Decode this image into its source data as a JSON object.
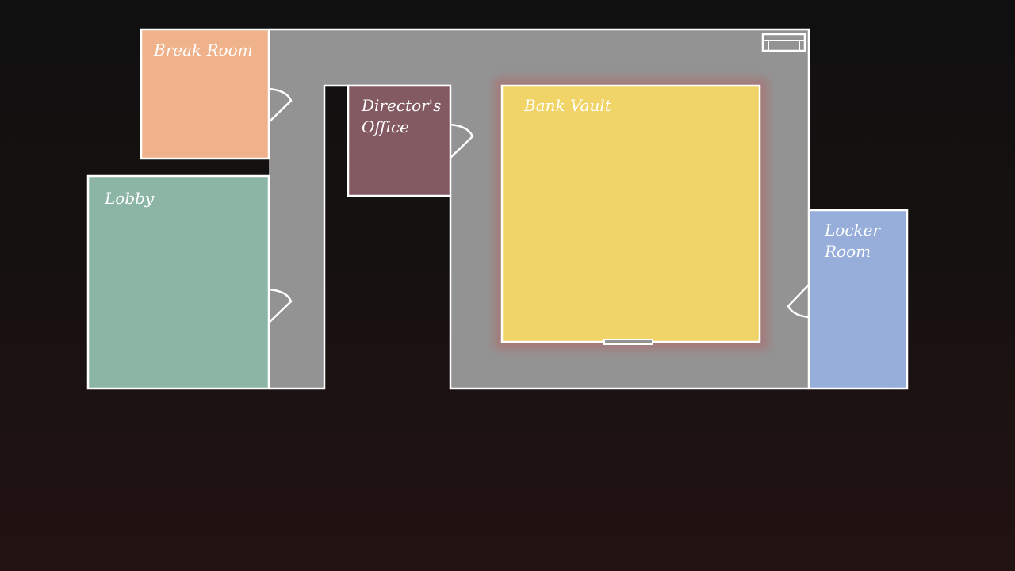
{
  "map": {
    "rooms": [
      {
        "id": "break-room",
        "label_lines": [
          "Break Room"
        ],
        "color": "#EFB28A",
        "interactable": true
      },
      {
        "id": "directors-office",
        "label_lines": [
          "Director's",
          "Office"
        ],
        "color": "#845A62",
        "interactable": true
      },
      {
        "id": "bank-vault",
        "label_lines": [
          "Bank Vault"
        ],
        "color": "#F0D468",
        "interactable": true
      },
      {
        "id": "lobby",
        "label_lines": [
          "Lobby"
        ],
        "color": "#8CB5A6",
        "interactable": true
      },
      {
        "id": "locker-room",
        "label_lines": [
          "Locker",
          "Room"
        ],
        "color": "#98AEDA",
        "interactable": true
      }
    ],
    "corridor_color": "#939393",
    "vault_glow_color": "#B46464",
    "wall_color": "#FFFFFF",
    "icons": [
      "camera-icon",
      "vault-door-icon"
    ]
  }
}
